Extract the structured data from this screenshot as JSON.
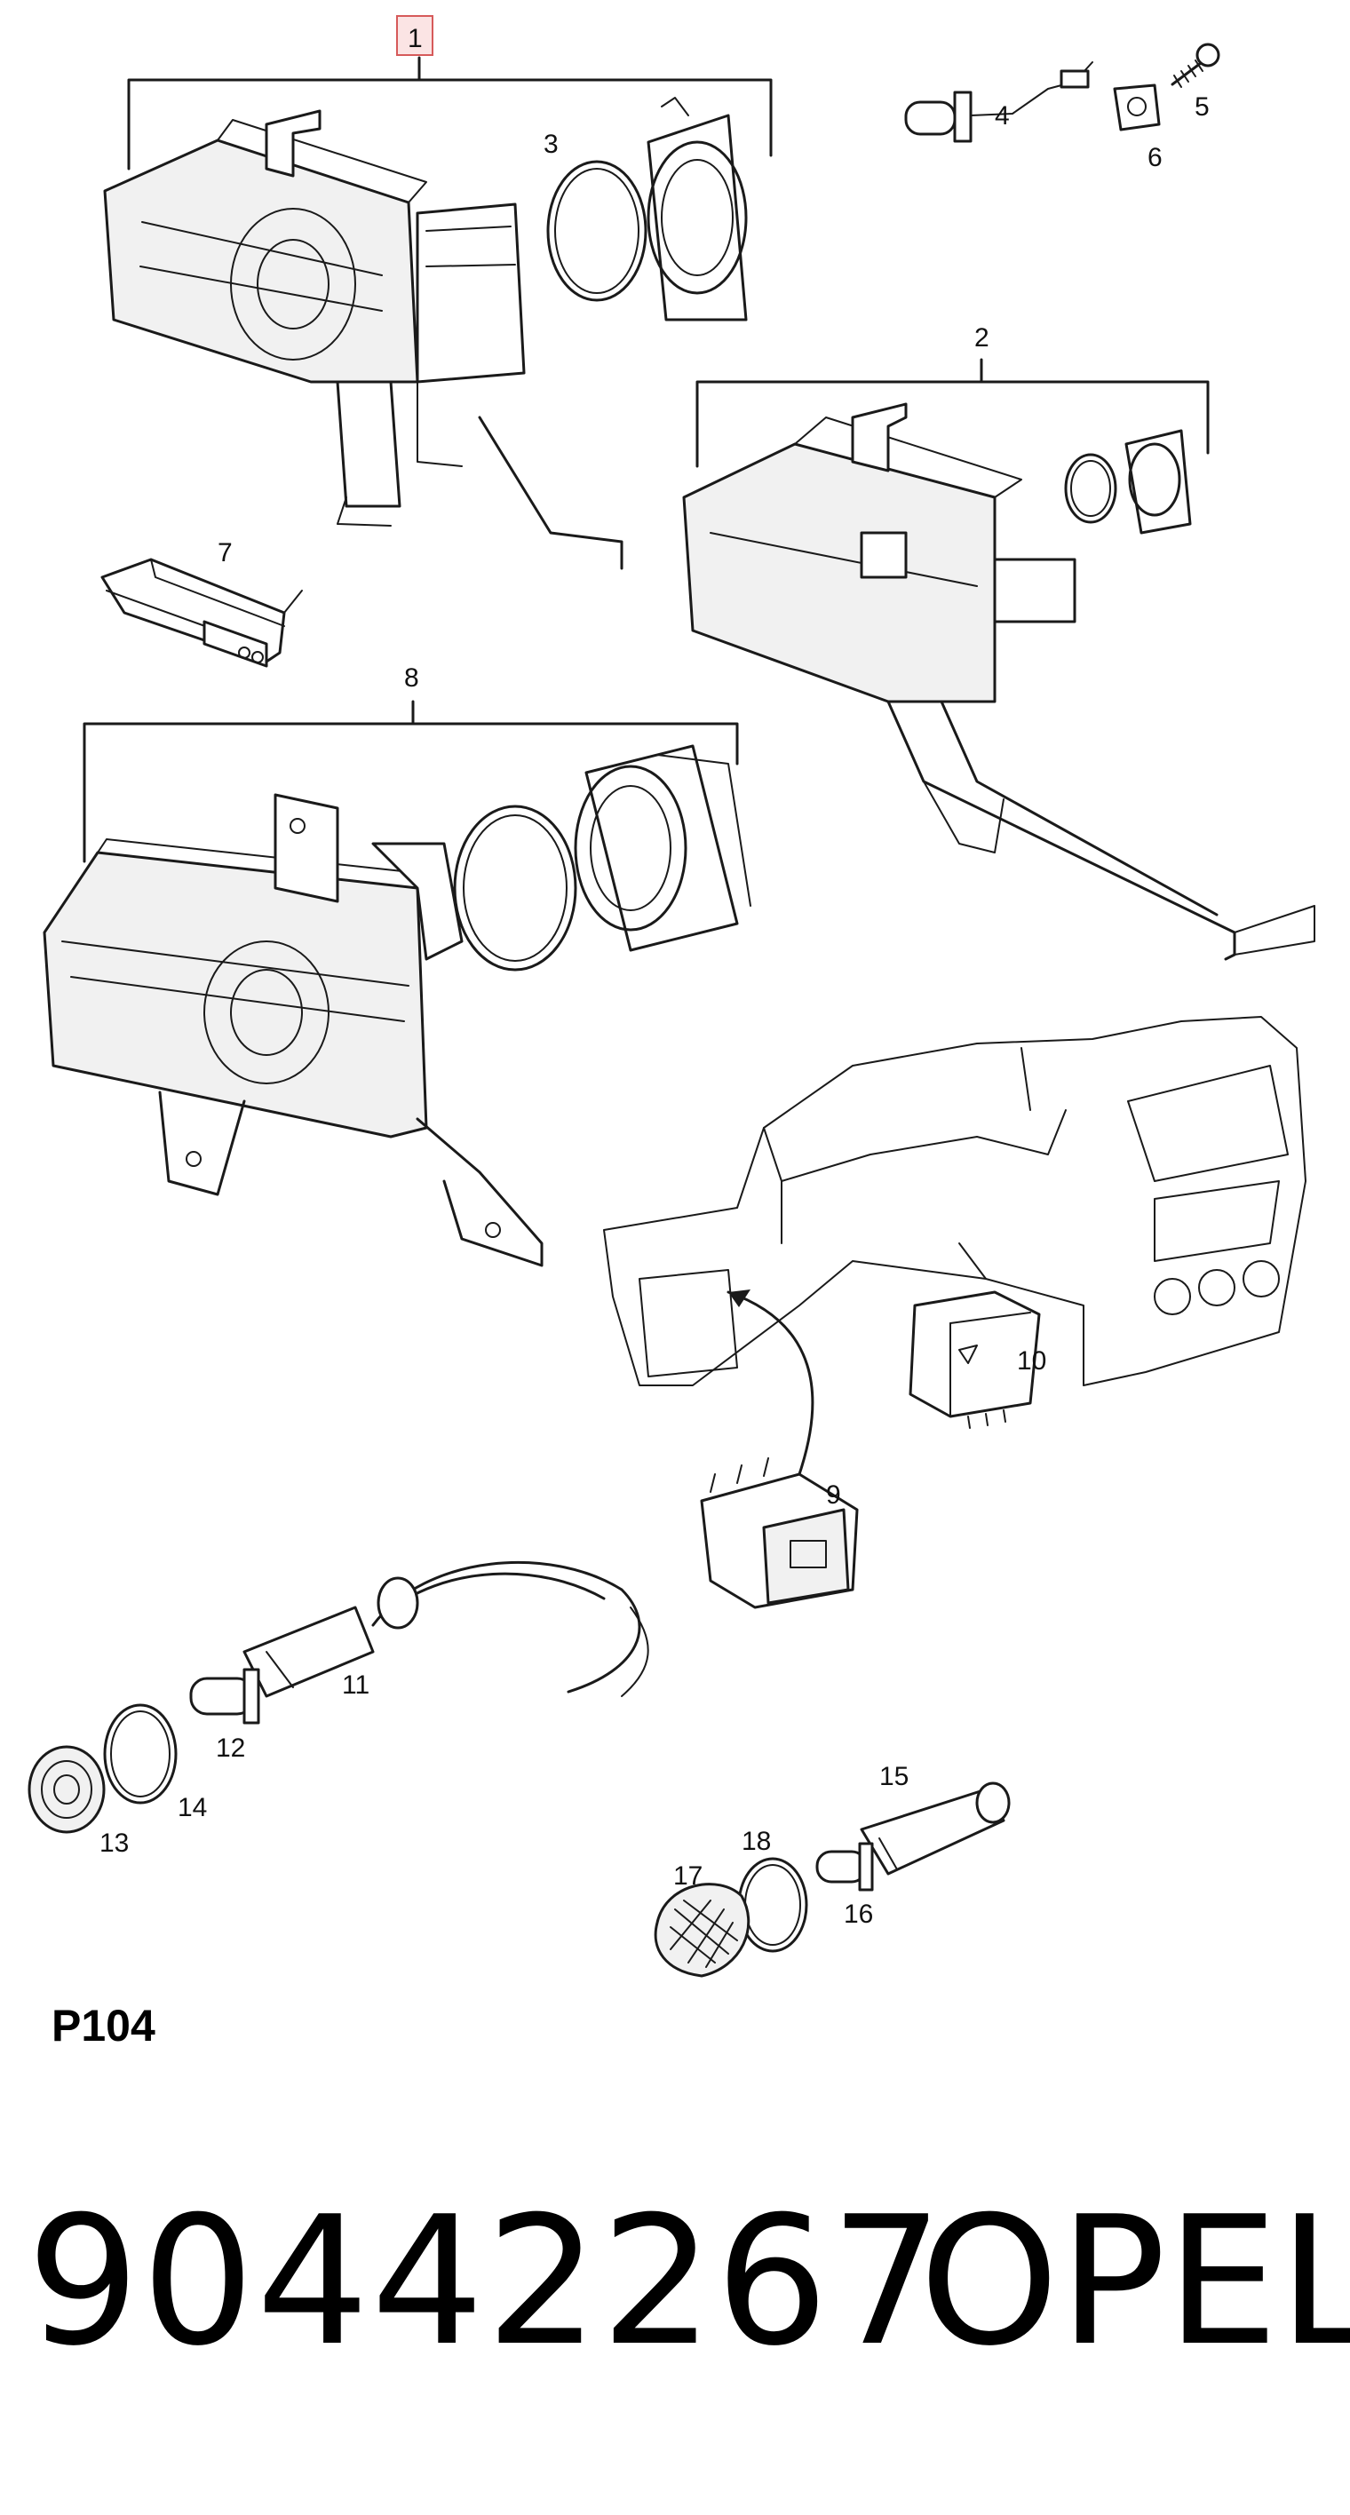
{
  "diagram": {
    "code": "P104",
    "callouts": [
      "1",
      "2",
      "3",
      "4",
      "5",
      "6",
      "7",
      "8",
      "9",
      "10",
      "11",
      "12",
      "13",
      "14",
      "15",
      "16",
      "17",
      "18"
    ]
  },
  "footer": {
    "part_number": "90442267",
    "brand": "OPEL"
  }
}
